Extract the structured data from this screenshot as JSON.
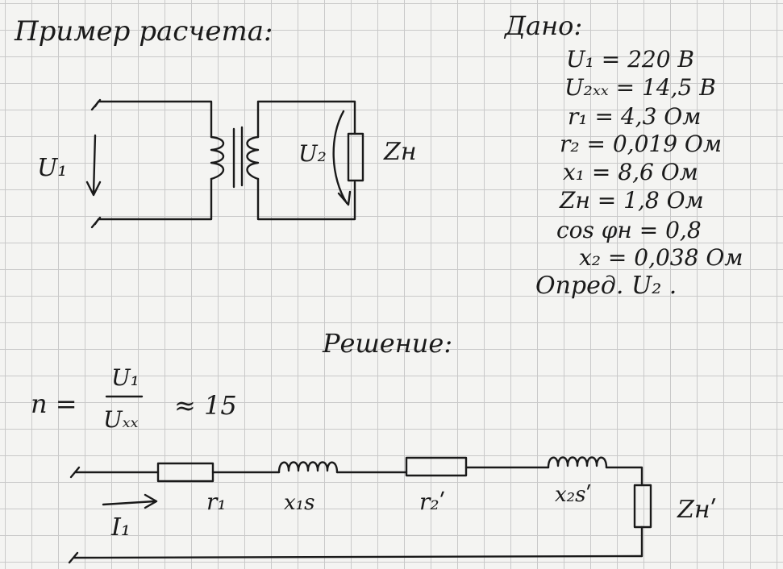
{
  "title": "Пример расчета:",
  "given": {
    "heading": "Дано:",
    "lines": [
      "U₁ = 220 В",
      "U₂ₓₓ = 14,5 В",
      "r₁ = 4,3 Ом",
      "r₂ = 0,019 Ом",
      "x₁ = 8,6 Ом",
      "Zн = 1,8 Ом",
      "cos φн = 0,8",
      "x₂ = 0,038 Ом"
    ],
    "find": "Опред. U₂ ."
  },
  "transformer_diagram": {
    "u1_label": "U₁",
    "u2_label": "U₂",
    "load_label": "Zн"
  },
  "solution": {
    "heading": "Решение:",
    "ratio": {
      "lhs": "n =",
      "numerator": "U₁",
      "denominator": "Uₓₓ",
      "result": "≈ 15"
    }
  },
  "equivalent_circuit": {
    "current_label": "I₁",
    "r1_label": "r₁",
    "x1_label": "x₁s",
    "r2_label": "r₂ʹ",
    "x2_label": "x₂sʹ",
    "load_label": "Zнʹ"
  }
}
